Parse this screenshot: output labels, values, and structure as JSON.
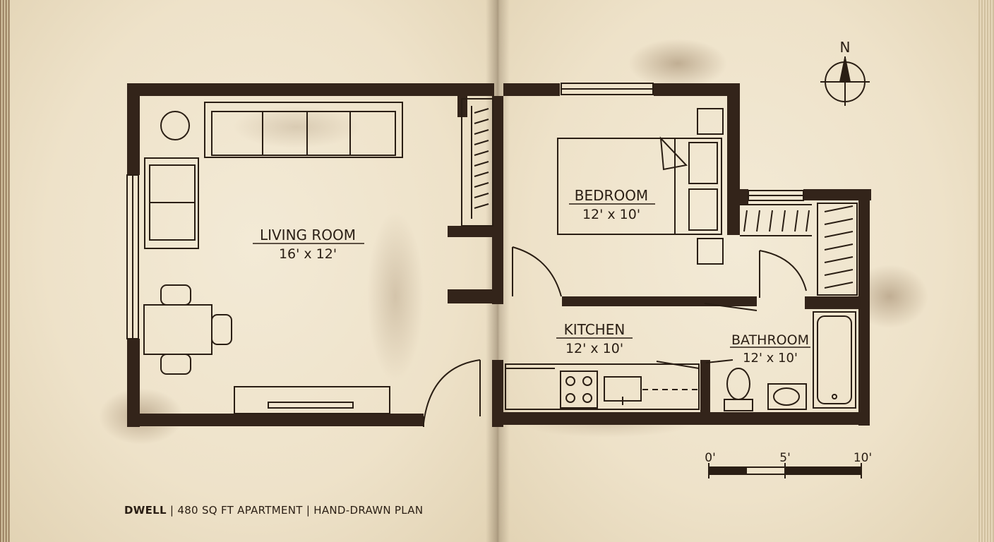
{
  "rooms": {
    "living": {
      "name": "LIVING ROOM",
      "size": "16' x 12'"
    },
    "bedroom": {
      "name": "BEDROOM",
      "size": "12' x 10'"
    },
    "kitchen": {
      "name": "KITCHEN",
      "size": "12' x 10'"
    },
    "bathroom": {
      "name": "BATHROOM",
      "size": "12' x 10'"
    }
  },
  "compass": {
    "label": "N"
  },
  "scale": {
    "zero": "0'",
    "mid": "5'",
    "end": "10'"
  },
  "footer": {
    "brand": "DWELL",
    "sep1": " | ",
    "area": "480 SQ FT APARTMENT",
    "sep2": " | ",
    "style": "HAND-DRAWN PLAN"
  },
  "colors": {
    "ink": "#2a1e14",
    "paper": "#efe4cc",
    "wall": "#33241a"
  }
}
